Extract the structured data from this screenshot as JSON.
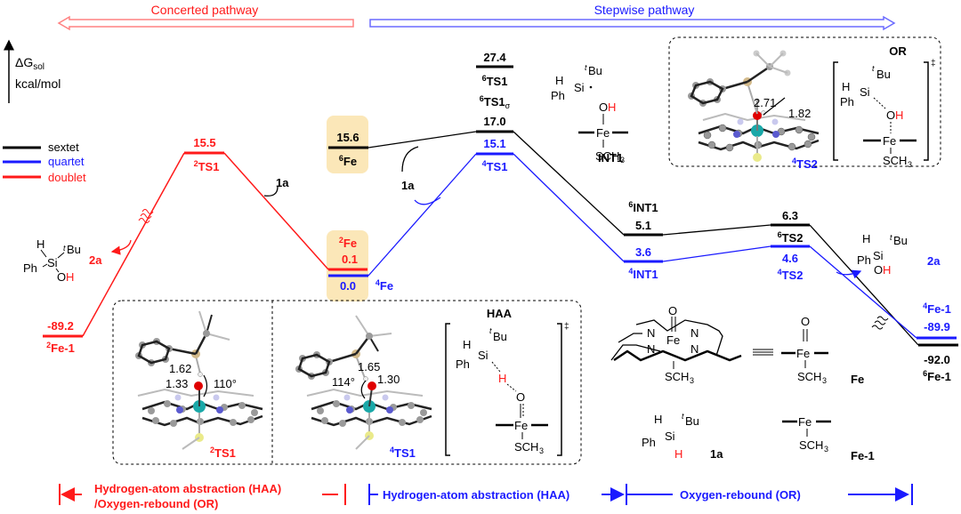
{
  "colors": {
    "sextet": "#000000",
    "quartet": "#1a1aff",
    "doublet": "#ff1a1a",
    "highlight": "#fbe7b8",
    "atom_si": "#d2b98a",
    "atom_o": "#e00000",
    "atom_fe": "#1aa8a8",
    "atom_n": "#5a5acf",
    "atom_s": "#eaea8a",
    "atom_c": "#9a9a9a"
  },
  "header": {
    "concerted_label": "Concerted pathway",
    "stepwise_label": "Stepwise pathway"
  },
  "axis": {
    "label_main": "ΔG",
    "label_sub": "sol",
    "units": "kcal/mol"
  },
  "legend": [
    {
      "label": "sextet",
      "color": "#000000"
    },
    {
      "label": "quartet",
      "color": "#1a1aff"
    },
    {
      "label": "doublet",
      "color": "#ff1a1a"
    }
  ],
  "levels": {
    "d_fe1": {
      "value": "-89.2",
      "sup": "2",
      "name": "Fe-1"
    },
    "d_ts1": {
      "value": "15.5",
      "sup": "2",
      "name": "TS1"
    },
    "d_fe": {
      "value": "0.1",
      "sup": "2",
      "name": "Fe"
    },
    "q_fe": {
      "value": "0.0",
      "sup": "4",
      "name": "Fe"
    },
    "s_fe": {
      "value": "15.6",
      "sup": "6",
      "name": "Fe"
    },
    "s_ts1": {
      "value": "27.4",
      "sup": "6",
      "name": "TS1"
    },
    "s_ts1s": {
      "value": "17.0",
      "sup": "6",
      "name": "TS1",
      "subscript": "σ"
    },
    "q_ts1": {
      "value": "15.1",
      "sup": "4",
      "name": "TS1"
    },
    "s_int1": {
      "value": "5.1",
      "sup": "6",
      "name": "INT1"
    },
    "q_int1": {
      "value": "3.6",
      "sup": "4",
      "name": "INT1"
    },
    "s_ts2": {
      "value": "6.3",
      "sup": "6",
      "name": "TS2"
    },
    "q_ts2": {
      "value": "4.6",
      "sup": "4",
      "name": "TS2"
    },
    "q_fe1": {
      "value": "-89.9",
      "sup": "4",
      "name": "Fe-1"
    },
    "s_fe1": {
      "value": "-92.0",
      "sup": "6",
      "name": "Fe-1"
    }
  },
  "reagent_labels": {
    "one_a": "1a",
    "two_a": "2a",
    "int1": "INT1"
  },
  "molecules": {
    "silane_H": "H",
    "silane_tBu_t": "t",
    "silane_tBu": "Bu",
    "silane_Si": "Si",
    "silane_Ph": "Ph",
    "silanol_OH_O": "O",
    "silanol_OH_H": "H",
    "fe": "Fe",
    "sch3_s": "SCH",
    "sch3_3": "3",
    "oxo": "O",
    "fe_label": "Fe",
    "fe1_label": "Fe-1",
    "n": "N"
  },
  "insets": {
    "haa_title": "HAA",
    "or_title": "OR",
    "dagger": "‡",
    "ts1_doublet_label": {
      "sup": "2",
      "name": "TS1"
    },
    "ts1_quartet_label": {
      "sup": "4",
      "name": "TS1"
    },
    "ts2_quartet_label": {
      "sup": "4",
      "name": "TS2"
    },
    "d_ts1_dist1": "1.62",
    "d_ts1_dist2": "1.33",
    "d_ts1_angle": "110°",
    "q_ts1_dist1": "1.65",
    "q_ts1_dist2": "1.30",
    "q_ts1_angle": "114°",
    "q_ts2_dist1": "2.71",
    "q_ts2_dist2": "1.82"
  },
  "footer": {
    "concerted_line1": "Hydrogen-atom abstraction (HAA)",
    "concerted_line2": "/Oxygen-rebound (OR)",
    "stepwise_haa": "Hydrogen-atom abstraction (HAA)",
    "stepwise_or": "Oxygen-rebound (OR)"
  }
}
